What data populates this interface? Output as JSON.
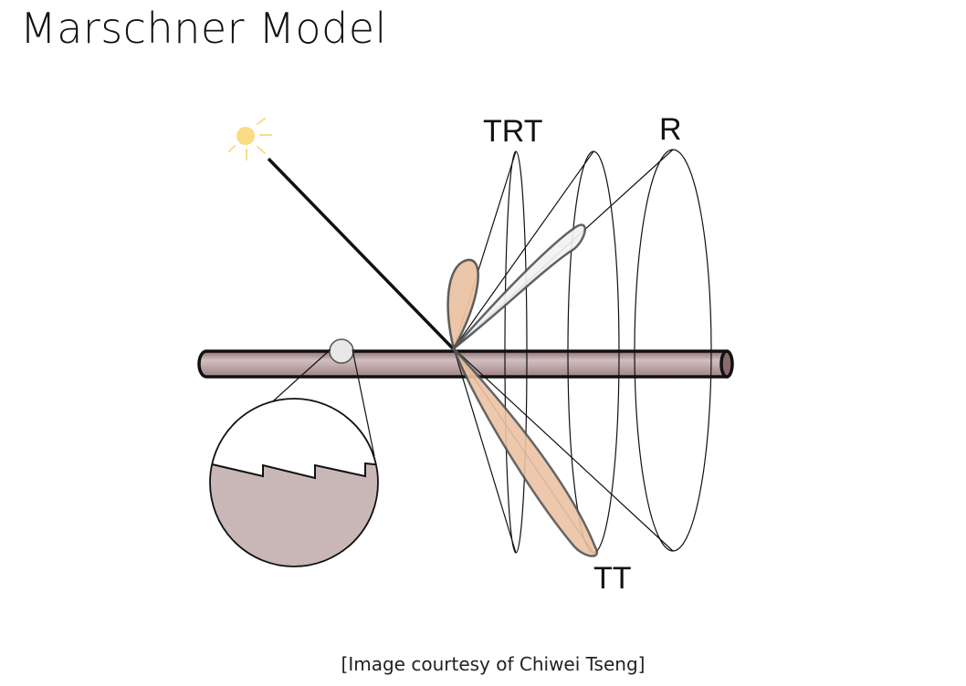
{
  "title": "Marschner Model",
  "labels": {
    "trt": "TRT",
    "r": "R",
    "tt": "TT"
  },
  "caption": "[Image courtesy of Chiwei Tseng]",
  "colors": {
    "hair_fiber": "#b89a9c",
    "lobe_fill": "#ecc3a4",
    "r_lobe_fill": "#f2f2f2",
    "cuticle_fill": "#c9b7b8",
    "sun": "#fbdc84"
  }
}
